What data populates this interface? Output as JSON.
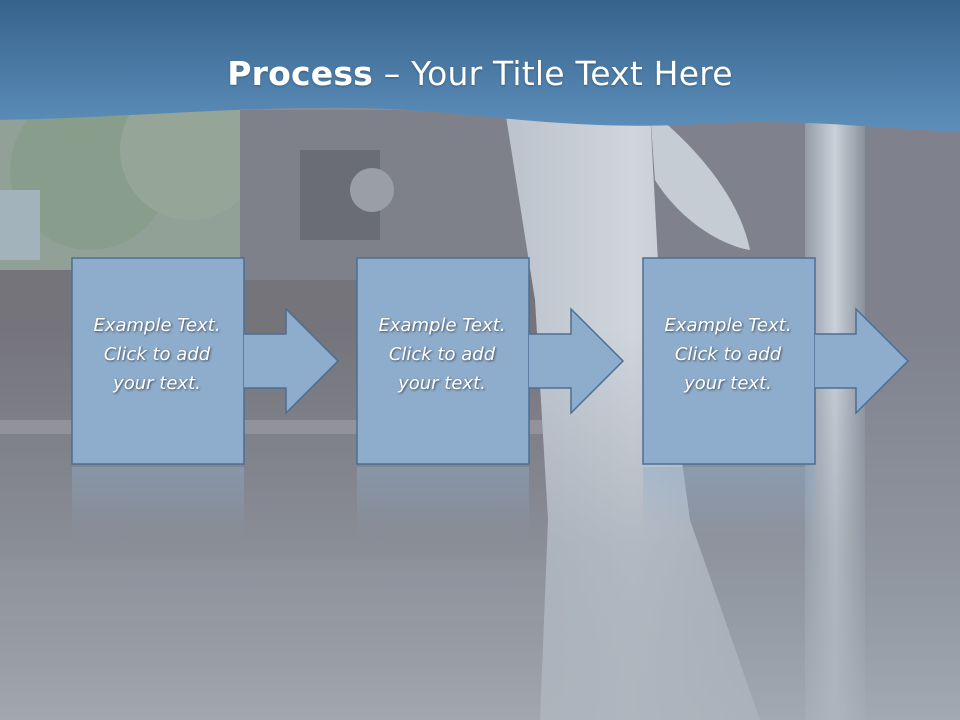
{
  "slide": {
    "title_bold": "Process",
    "title_rest": " – Your Title Text Here"
  },
  "steps": [
    {
      "line1": "Example Text.",
      "line2": "Click  to add",
      "line3": "your text."
    },
    {
      "line1": "Example Text.",
      "line2": "Click  to add",
      "line3": "your text."
    },
    {
      "line1": "Example Text.",
      "line2": "Click  to add",
      "line3": "your text."
    }
  ],
  "colors": {
    "header": "#3f6f9a",
    "box_fill": "#8eaccb",
    "box_stroke": "#4a6f94"
  }
}
